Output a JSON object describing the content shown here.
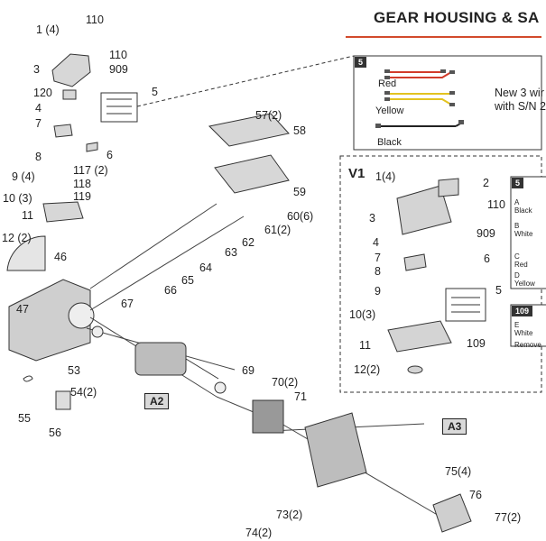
{
  "title": "GEAR HOUSING & SA",
  "wires": {
    "box_no": "5",
    "red": "Red",
    "yellow": "Yellow",
    "black": "Black",
    "note_line1": "New 3 wir",
    "note_line2": "with S/N 2"
  },
  "v1": {
    "title": "V1",
    "side_box_no": "5",
    "side_items": {
      "a": "A",
      "a_label": "Black",
      "b": "B",
      "b_label": "White",
      "c": "C",
      "c_label": "Red",
      "d": "D",
      "d_label": "Yellow"
    },
    "box109_no": "109",
    "box109_e": "E",
    "box109_e_label": "White",
    "box109_note": "Remove"
  },
  "assembly_tags": {
    "a2": "A2",
    "a3": "A3"
  },
  "callouts": {
    "c110a": "110",
    "c1_4a": "1 (4)",
    "c110b": "110",
    "c3a": "3",
    "c909a": "909",
    "c120": "120",
    "c5a": "5",
    "c4a": "4",
    "c7a": "7",
    "c6a": "6",
    "c8a": "8",
    "c117": "117 (2)",
    "c9_4": "9 (4)",
    "c118": "118",
    "c10_3a": "10 (3)",
    "c119": "119",
    "c11a": "11",
    "c12_2a": "12 (2)",
    "c46": "46",
    "c47": "47",
    "c57": "57(2)",
    "c58": "58",
    "c59": "59",
    "c60": "60(6)",
    "c61": "61(2)",
    "c62": "62",
    "c63": "63",
    "c64": "64",
    "c65": "65",
    "c66": "66",
    "c67": "67",
    "c53": "53",
    "c54": "54(2)",
    "c55": "55",
    "c56": "56",
    "c69": "69",
    "c70": "70(2)",
    "c71": "71",
    "c75": "75(4)",
    "c76": "76",
    "c73": "73(2)",
    "c74": "74(2)",
    "c77": "77(2)",
    "v1_1": "1(4)",
    "v1_2": "2",
    "v1_110": "110",
    "v1_3": "3",
    "v1_909": "909",
    "v1_4": "4",
    "v1_7": "7",
    "v1_6": "6",
    "v1_8": "8",
    "v1_5": "5",
    "v1_9": "9",
    "v1_10": "10(3)",
    "v1_109": "109",
    "v1_11": "11",
    "v1_12": "12(2)"
  }
}
